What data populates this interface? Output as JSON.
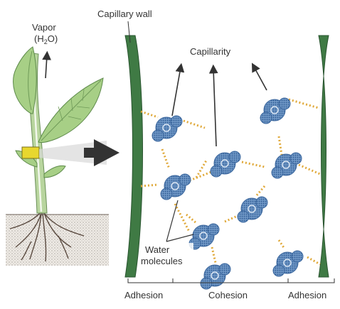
{
  "labels": {
    "vapor": "Vapor",
    "vapor_formula_left": "(H",
    "vapor_formula_sub": "2",
    "vapor_formula_right": "O)",
    "capillary_wall": "Capillary wall",
    "capillarity": "Capillarity",
    "water_line1": "Water",
    "water_line2": "molecules",
    "adhesion_left": "Adhesion",
    "cohesion": "Cohesion",
    "adhesion_right": "Adhesion"
  },
  "colors": {
    "wall": "#3f7a44",
    "leaf": "#a7cf86",
    "stem": "#b8d59e",
    "molecule": "#4f80b8",
    "hbond": "#e0a93a",
    "arrow": "#333333",
    "soil": "#e7e2dc"
  }
}
